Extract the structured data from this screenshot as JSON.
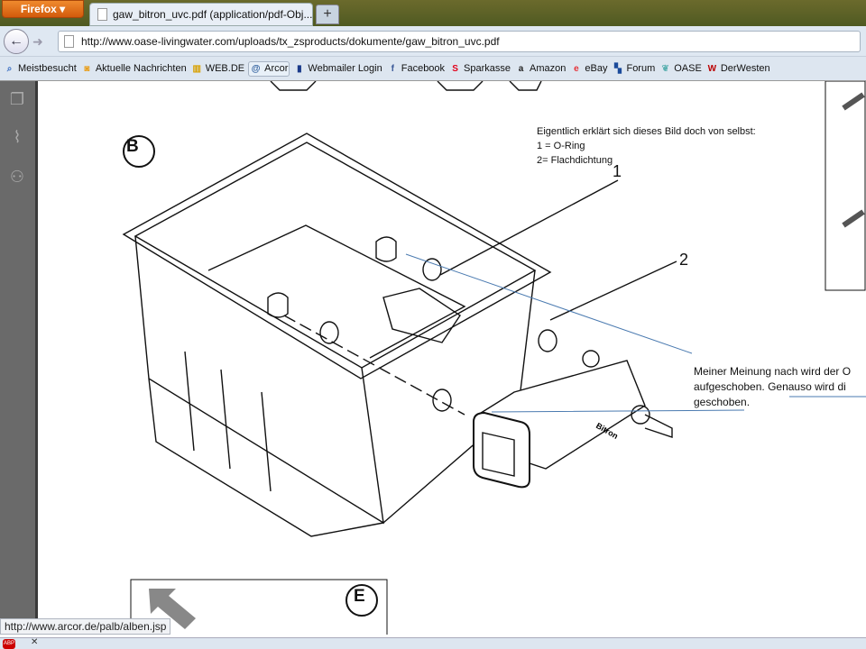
{
  "browser": {
    "menu_button": "Firefox",
    "tab_title": "gaw_bitron_uvc.pdf (application/pdf-Obj...",
    "new_tab": "+",
    "url": "http://www.oase-livingwater.com/uploads/tx_zsproducts/dokumente/gaw_bitron_uvc.pdf"
  },
  "bookmarks": [
    {
      "label": "Meistbesucht",
      "icon": "search-icon",
      "color": "#3a6fc4"
    },
    {
      "label": "Aktuelle Nachrichten",
      "icon": "rss-icon",
      "color": "#e8a020"
    },
    {
      "label": "WEB.DE",
      "icon": "webde-icon",
      "color": "#d8a000"
    },
    {
      "label": "Arcor",
      "icon": "arcor-icon",
      "color": "#2a5a9a"
    },
    {
      "label": "Webmailer Login",
      "icon": "webmailer-icon",
      "color": "#1a3a8a"
    },
    {
      "label": "Facebook",
      "icon": "facebook-icon",
      "color": "#3b5998"
    },
    {
      "label": "Sparkasse",
      "icon": "sparkasse-icon",
      "color": "#e2001a"
    },
    {
      "label": "Amazon",
      "icon": "amazon-icon",
      "color": "#222"
    },
    {
      "label": "eBay",
      "icon": "ebay-icon",
      "color": "#e53238"
    },
    {
      "label": "Forum",
      "icon": "forum-icon",
      "color": "#1a4a9a"
    },
    {
      "label": "OASE",
      "icon": "oase-icon",
      "color": "#5ab0b0"
    },
    {
      "label": "DerWesten",
      "icon": "derwesten-icon",
      "color": "#b00"
    }
  ],
  "document": {
    "label_b": "B",
    "label_e": "E",
    "callout_1": "1",
    "callout_2": "2",
    "note_lines": [
      "Eigentlich erklärt sich dieses Bild doch von selbst:",
      "1 = O-Ring",
      "2= Flachdichtung"
    ],
    "comment_lines": [
      "Meiner Meinung nach wird der O",
      "aufgeschoben. Genauso wird di",
      "geschoben."
    ],
    "brand_label": "Bitron"
  },
  "status": {
    "link": "http://www.arcor.de/palb/alben.jsp"
  }
}
